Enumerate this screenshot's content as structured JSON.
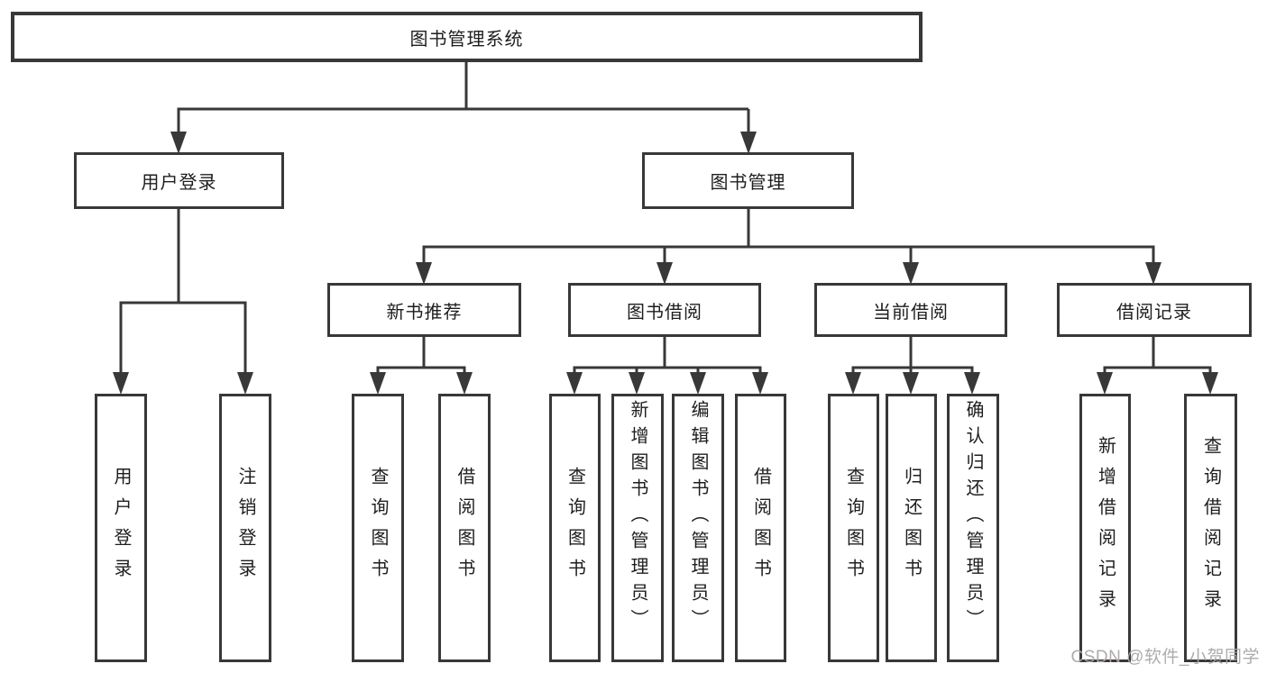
{
  "diagram_title": "图书管理系统",
  "tree": {
    "label": "图书管理系统",
    "children": [
      {
        "label": "用户登录",
        "children": [
          {
            "label": "用户登录"
          },
          {
            "label": "注销登录"
          }
        ]
      },
      {
        "label": "图书管理",
        "children": [
          {
            "label": "新书推荐",
            "children": [
              {
                "label": "查询图书"
              },
              {
                "label": "借阅图书"
              }
            ]
          },
          {
            "label": "图书借阅",
            "children": [
              {
                "label": "查询图书"
              },
              {
                "label": "新增图书（管理员）"
              },
              {
                "label": "编辑图书（管理员）"
              },
              {
                "label": "借阅图书"
              }
            ]
          },
          {
            "label": "当前借阅",
            "children": [
              {
                "label": "查询图书"
              },
              {
                "label": "归还图书"
              },
              {
                "label": "确认归还（管理员）"
              }
            ]
          },
          {
            "label": "借阅记录",
            "children": [
              {
                "label": "新增借阅记录"
              },
              {
                "label": "查询借阅记录"
              }
            ]
          }
        ]
      }
    ]
  },
  "watermark": {
    "text": "CSDN @软件_小贺同学"
  },
  "colors": {
    "line": "#383838",
    "box_border": "#383838",
    "box_fill": "#ffffff",
    "text": "#1e1e1e",
    "background": "#ffffff",
    "watermark_text": "#aca7a5"
  }
}
